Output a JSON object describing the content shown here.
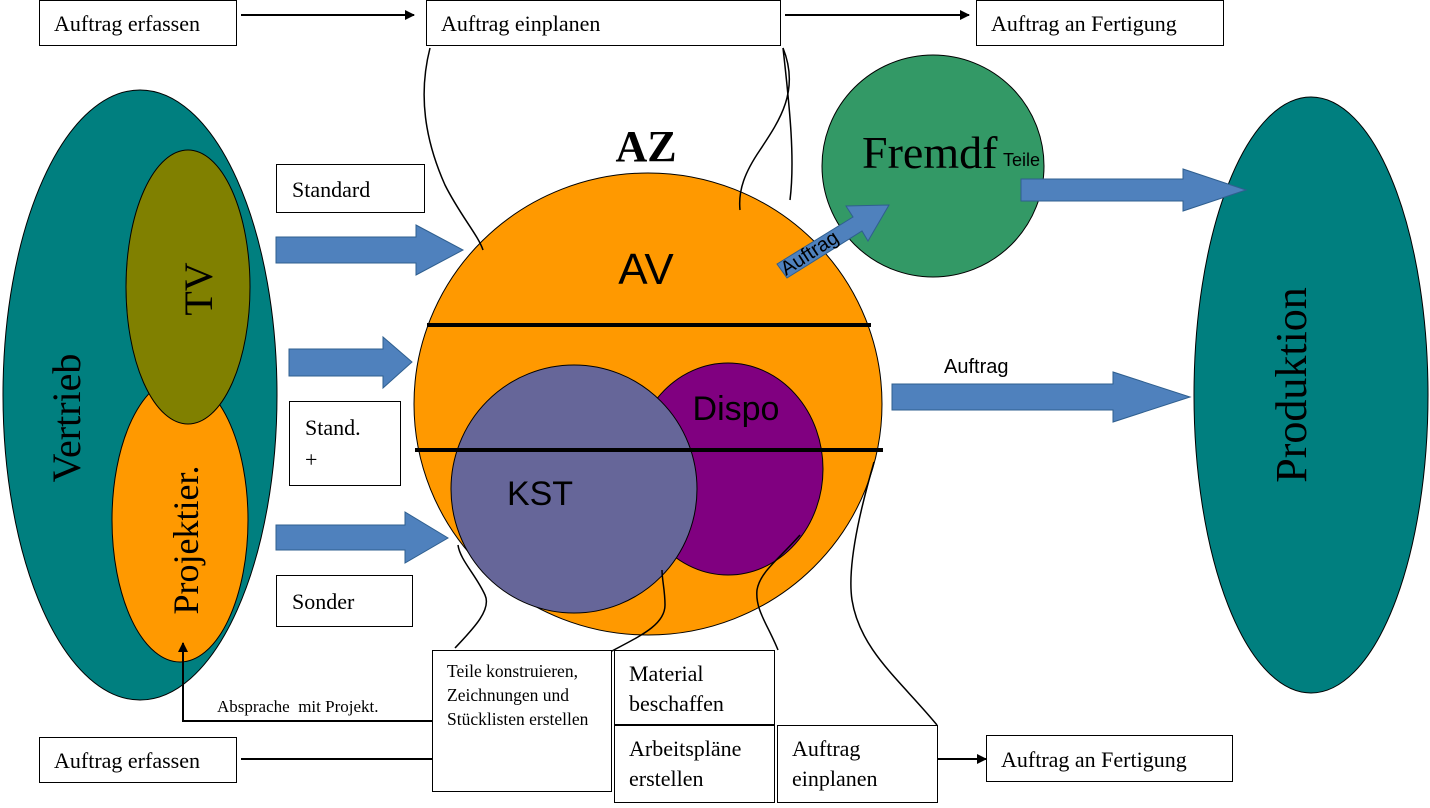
{
  "top_flow": {
    "step1": "Auftrag erfassen",
    "step2": "Auftrag einplanen",
    "step3": "Auftrag an Fertigung"
  },
  "left": {
    "outer": "Vertrieb",
    "inner_top": "TV",
    "inner_bottom": "Projektier."
  },
  "order_types": {
    "standard": "Standard",
    "stand_plus": "Stand.\n+",
    "sonder": "Sonder"
  },
  "center": {
    "title": "AZ",
    "av": "AV",
    "dispo": "Dispo",
    "kst": "KST"
  },
  "fremd": {
    "label": "Fremdf",
    "sub": "Teile",
    "arrow_label": "Auftrag"
  },
  "production": {
    "label": "Produktion",
    "arrow_label": "Auftrag"
  },
  "bottom": {
    "absprache": "Absprache  mit Projekt.",
    "erfassen": "Auftrag erfassen",
    "teile": "Teile konstruieren, Zeichnungen und Stücklisten erstellen",
    "material": "Material beschaffen",
    "arbeitsplaene": "Arbeitspläne erstellen",
    "einplanen": "Auftrag einplanen",
    "fertigung": "Auftrag an Fertigung"
  },
  "colors": {
    "teal": "#007F7F",
    "olive": "#808000",
    "orange": "#FF9900",
    "purple": "#800080",
    "slate": "#666699",
    "green": "#339966",
    "arrow_blue": "#4F81BD"
  }
}
